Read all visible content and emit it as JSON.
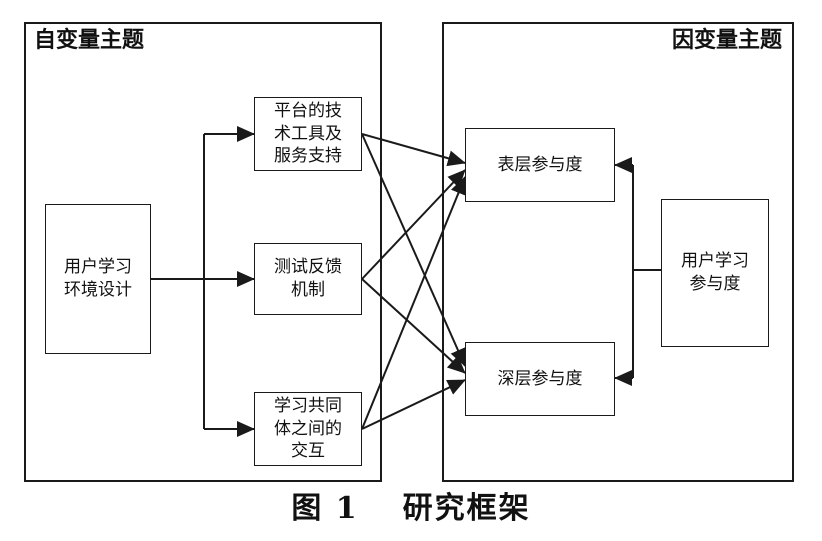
{
  "independent_panel": {
    "title": "自变量主题",
    "environment_node": {
      "line1": "用户学习",
      "line2": "环境设计"
    },
    "factors": [
      {
        "lines": [
          "平台的技",
          "术工具及",
          "服务支持"
        ]
      },
      {
        "lines": [
          "测试反馈",
          "机制"
        ]
      },
      {
        "lines": [
          "学习共同",
          "体之间的",
          "交互"
        ]
      }
    ]
  },
  "dependent_panel": {
    "title": "因变量主题",
    "outcomes": [
      {
        "label": "表层参与度"
      },
      {
        "label": "深层参与度"
      }
    ],
    "engagement_node": {
      "line1": "用户学习",
      "line2": "参与度"
    }
  },
  "caption": {
    "figure_number": "图 1",
    "figure_title": "研究框架"
  },
  "colors": {
    "line": "#1a1a1a",
    "background": "#ffffff"
  }
}
